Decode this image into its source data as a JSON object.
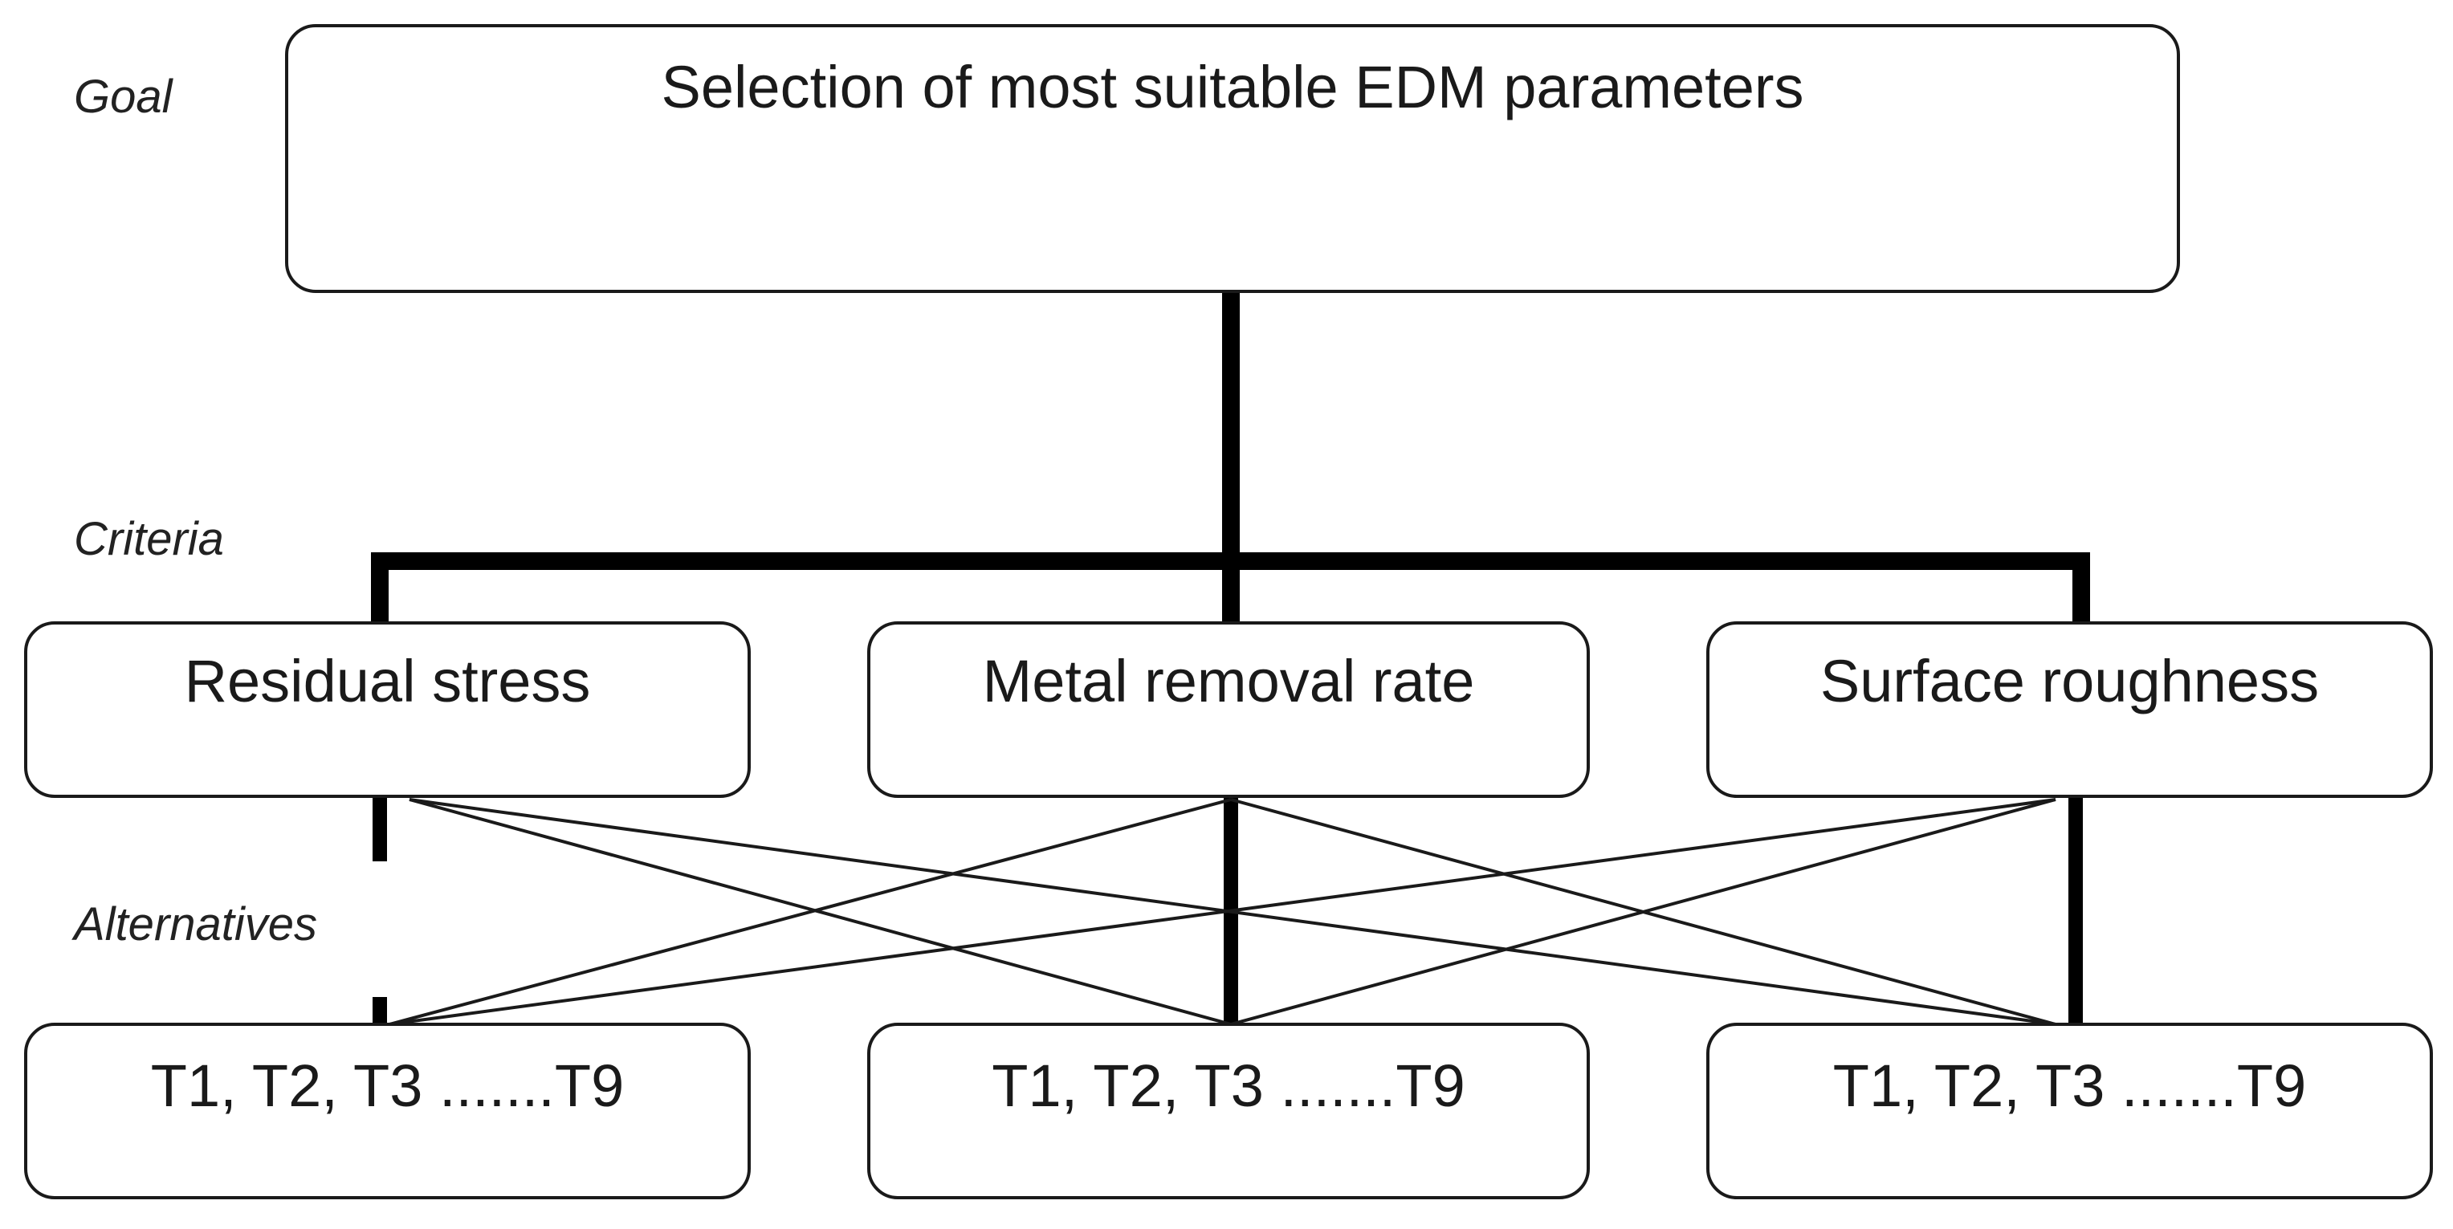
{
  "levels": {
    "goal": "Goal",
    "criteria": "Criteria",
    "alternatives": "Alternatives"
  },
  "goal": {
    "label": "Selection of most suitable EDM parameters"
  },
  "criteria": [
    {
      "label": "Residual stress"
    },
    {
      "label": "Metal removal rate"
    },
    {
      "label": "Surface roughness"
    }
  ],
  "alternatives": [
    {
      "label": "T1, T2, T3 .......T9"
    },
    {
      "label": "T1, T2, T3 .......T9"
    },
    {
      "label": "T1, T2, T3 .......T9"
    }
  ],
  "colors": {
    "stroke": "#1a1a1a",
    "background": "#ffffff"
  }
}
